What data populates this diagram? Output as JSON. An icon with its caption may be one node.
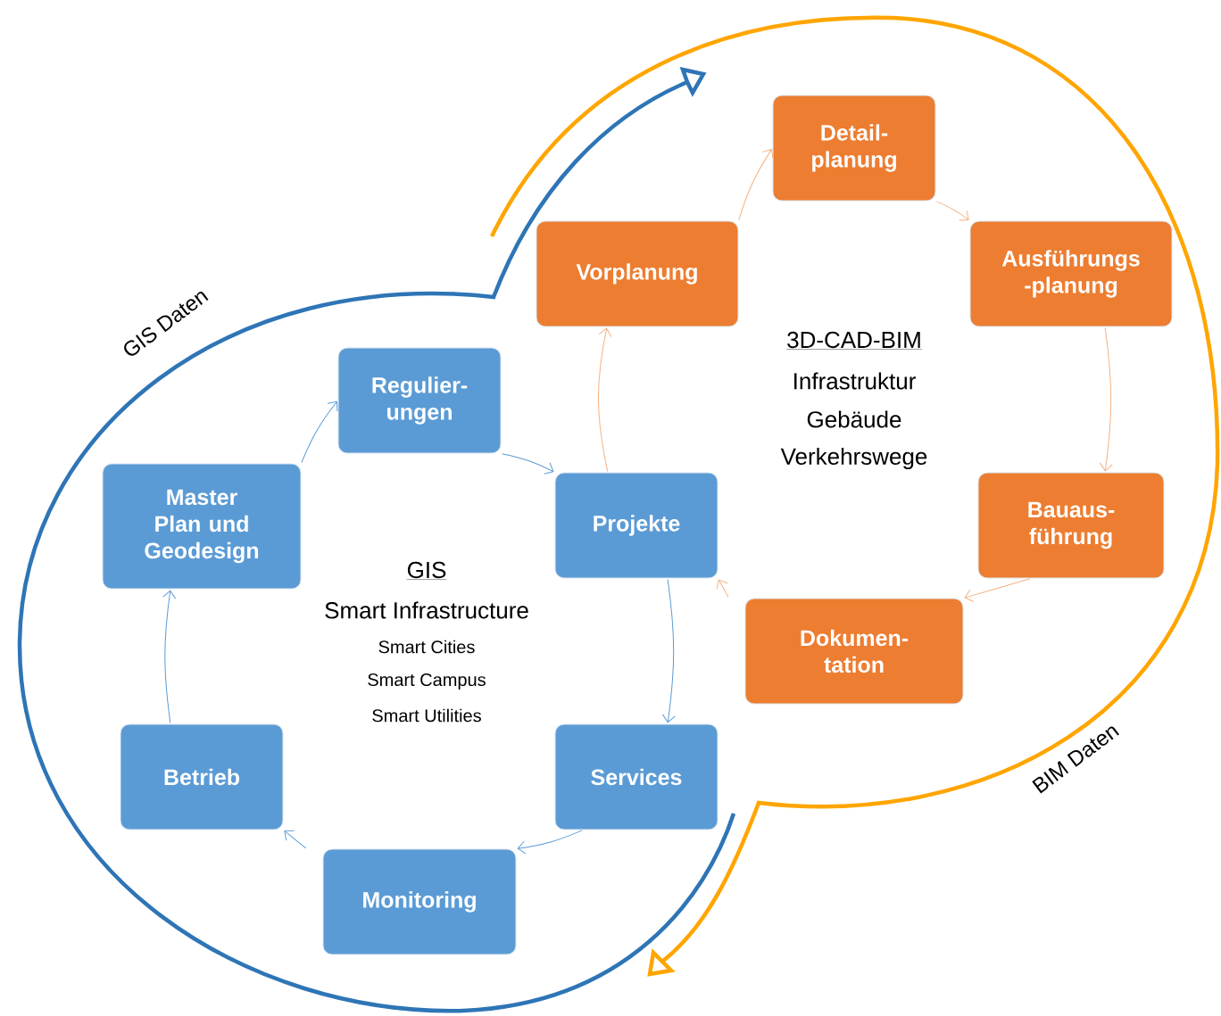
{
  "diagram": {
    "nodes": [
      {
        "text": [
          "Master Plan und Geodesign"
        ]
      },
      {
        "text": [
          "Regulier- ungen"
        ]
      },
      {
        "text": [
          "Projekte"
        ]
      },
      {
        "text": [
          "Vorplanung"
        ]
      },
      {
        "text": [
          "Detail- planung"
        ]
      },
      {
        "text": [
          "Ausführungs -planung"
        ]
      },
      {
        "text": [
          "Bauaus- führung"
        ]
      },
      {
        "text": [
          "Dokumen- tation"
        ]
      },
      {
        "text": [
          "Services"
        ]
      },
      {
        "text": [
          "Monitoring"
        ]
      },
      {
        "text": [
          "Betrieb"
        ]
      }
    ],
    "edges": [
      {
        "from": 0,
        "to": 1,
        "arrow": "to"
      },
      {
        "from": 1,
        "to": 2,
        "arrow": "to"
      },
      {
        "from": 2,
        "to": 3,
        "arrow": "to",
        "color": "#f4b183"
      },
      {
        "from": 3,
        "to": 4,
        "arrow": "to",
        "color": "#f4b183"
      },
      {
        "from": 4,
        "to": 5,
        "arrow": "to",
        "color": "#f4b183"
      },
      {
        "from": 5,
        "to": 6,
        "arrow": "to",
        "color": "#f4b183"
      },
      {
        "from": 6,
        "to": 7,
        "arrow": "to",
        "color": "#f4b183"
      },
      {
        "from": 7,
        "to": 2,
        "arrow": "to",
        "color": "#f4b183"
      },
      {
        "from": 2,
        "to": 8,
        "arrow": "to"
      },
      {
        "from": 8,
        "to": 9,
        "arrow": "to"
      },
      {
        "from": 9,
        "to": 10,
        "arrow": "to"
      },
      {
        "from": 10,
        "to": 0,
        "arrow": "to"
      }
    ],
    "labels": [
      "GIS Daten",
      "3D-CAD-BIM",
      "Infrastruktur",
      "Gebäude",
      "Verkehrswege",
      "GIS",
      "Smart Infrastructure",
      "Smart Cities",
      "Smart Campus",
      "Smart Utilities",
      "BIM Daten"
    ]
  }
}
